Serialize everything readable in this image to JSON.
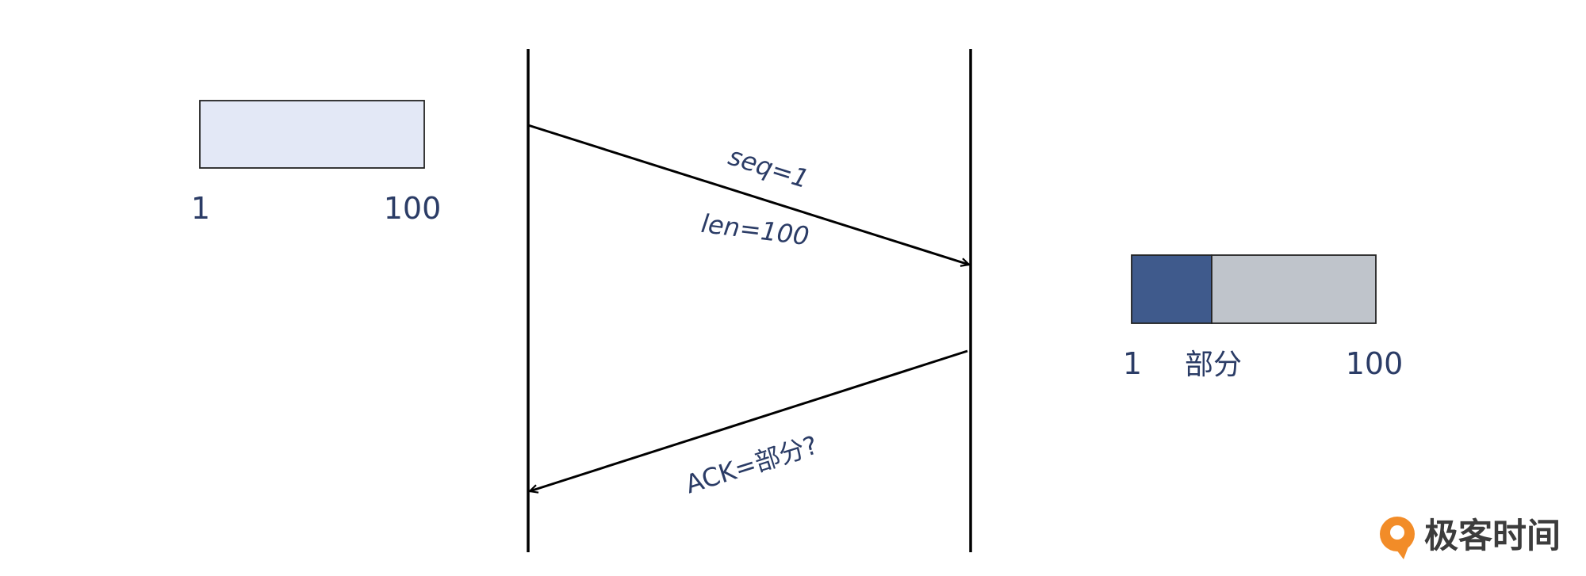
{
  "sender_buffer": {
    "start_label": "1",
    "end_label": "100",
    "fill_color": "#e3e8f6"
  },
  "receiver_buffer": {
    "start_label": "1",
    "partial_label": "部分",
    "end_label": "100",
    "received_color": "#3f5a8c",
    "pending_color": "#bfc4cb"
  },
  "messages": {
    "send_seq": "seq=1",
    "send_len": "len=100",
    "ack": "ACK=部分?"
  },
  "brand": {
    "name": "极客时间",
    "logo_color": "#f28c28"
  },
  "colors": {
    "text": "#2b3c66",
    "line": "#000000"
  }
}
